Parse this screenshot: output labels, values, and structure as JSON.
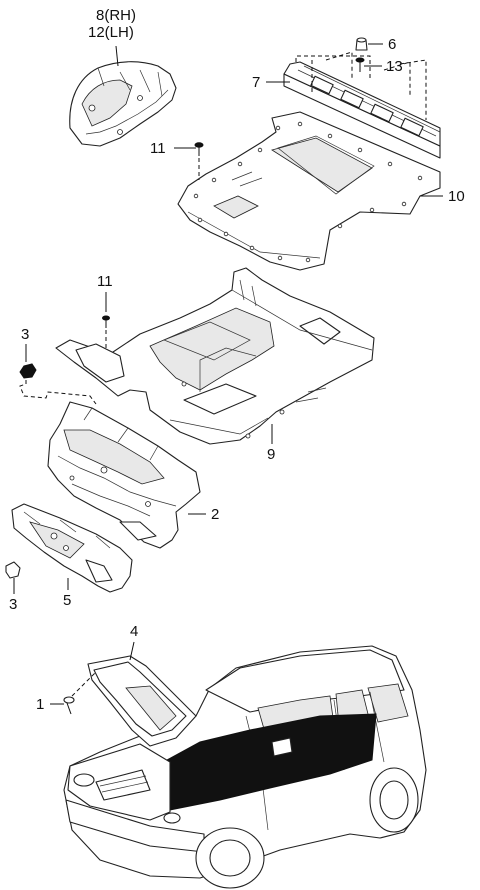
{
  "callouts": {
    "p8_12_line1": "8(RH)",
    "p8_12_line2": "12(LH)",
    "p6": "6",
    "p7": "7",
    "p13": "13",
    "p11_top": "11",
    "p10": "10",
    "p11_mid": "11",
    "p3_top": "3",
    "p9": "9",
    "p2": "2",
    "p3_bottom": "3",
    "p5": "5",
    "p4": "4",
    "p1": "1"
  },
  "colors": {
    "line": "#111111",
    "background": "#ffffff",
    "insulation_fill": "#111111"
  }
}
